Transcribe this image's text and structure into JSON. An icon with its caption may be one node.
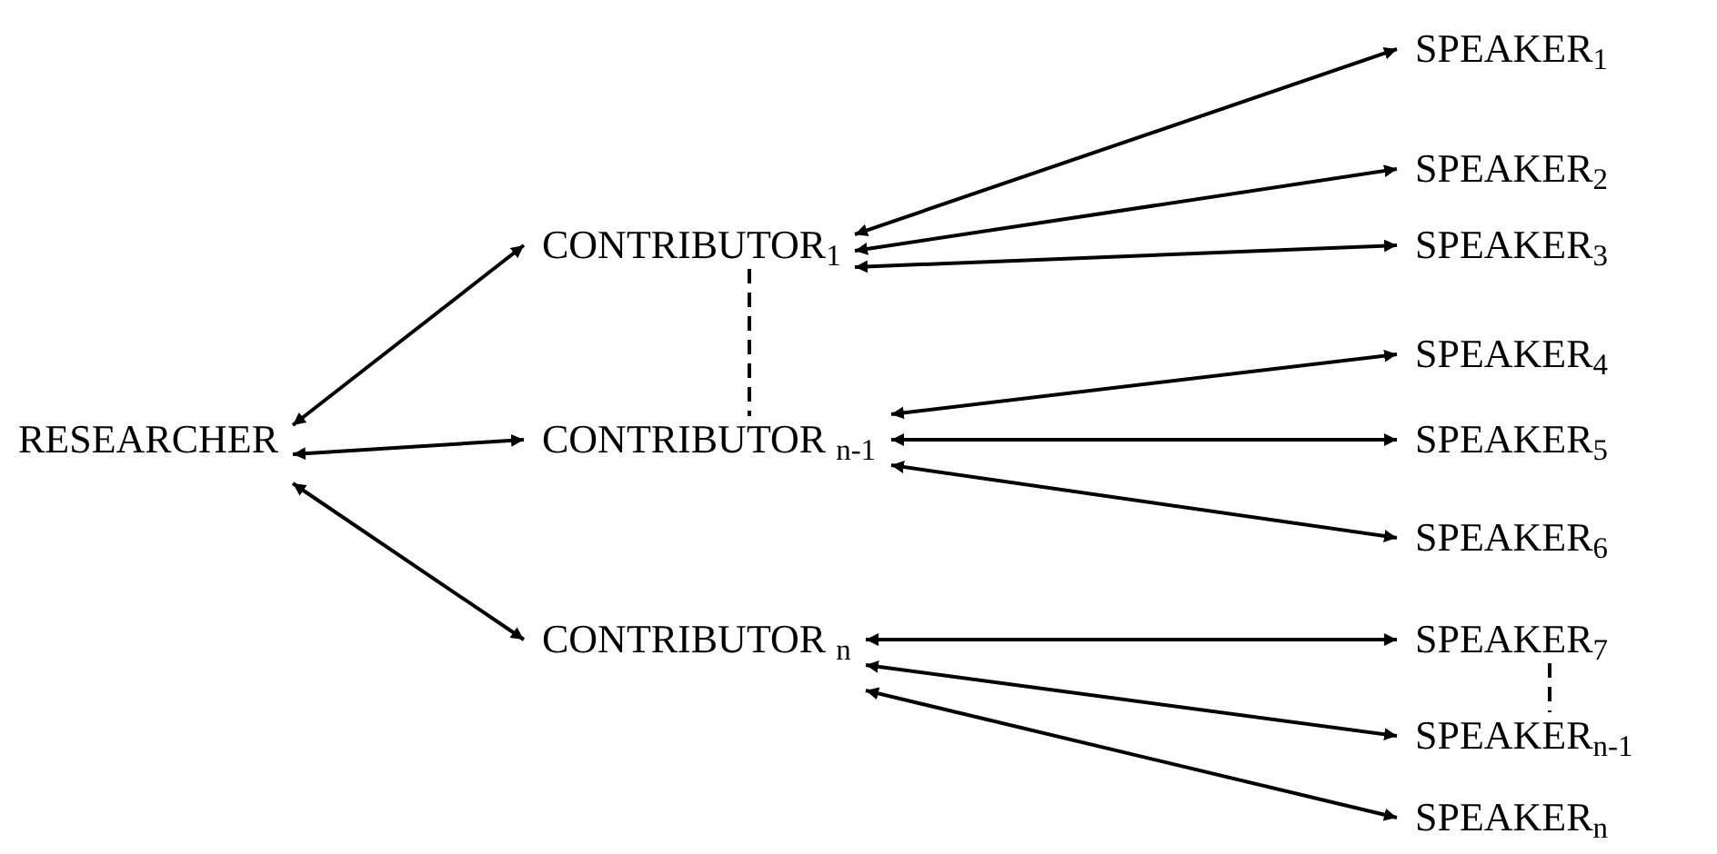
{
  "diagram": {
    "nodes": [
      {
        "text": [
          "RESEARCHER"
        ]
      },
      {
        "text": [
          "CONTRIBUTOR$_{1}$"
        ]
      },
      {
        "text": [
          "CONTRIBUTOR $_{n-1}$"
        ]
      },
      {
        "text": [
          "CONTRIBUTOR $_{n}$"
        ]
      },
      {
        "text": [
          "SPEAKER$_{1}$"
        ]
      },
      {
        "text": [
          "SPEAKER$_{2}$"
        ]
      },
      {
        "text": [
          "SPEAKER$_{3}$"
        ]
      },
      {
        "text": [
          "SPEAKER$_{4}$"
        ]
      },
      {
        "text": [
          "SPEAKER$_{5}$"
        ]
      },
      {
        "text": [
          "SPEAKER$_{6}$"
        ]
      },
      {
        "text": [
          "SPEAKER$_{7}$"
        ]
      },
      {
        "text": [
          "SPEAKER$_{n-1}$"
        ]
      },
      {
        "text": [
          "SPEAKER$_{n}$"
        ]
      }
    ],
    "edges": [
      {
        "from": 0,
        "to": 1,
        "arrow": "both"
      },
      {
        "from": 0,
        "to": 2,
        "arrow": "both"
      },
      {
        "from": 0,
        "to": 3,
        "arrow": "both"
      },
      {
        "from": 1,
        "to": 2,
        "arrow": "none",
        "style": "dashed"
      },
      {
        "from": 1,
        "to": 4,
        "arrow": "both"
      },
      {
        "from": 1,
        "to": 5,
        "arrow": "both"
      },
      {
        "from": 1,
        "to": 6,
        "arrow": "both"
      },
      {
        "from": 2,
        "to": 7,
        "arrow": "both"
      },
      {
        "from": 2,
        "to": 8,
        "arrow": "both"
      },
      {
        "from": 2,
        "to": 9,
        "arrow": "both"
      },
      {
        "from": 3,
        "to": 10,
        "arrow": "both"
      },
      {
        "from": 3,
        "to": 11,
        "arrow": "both"
      },
      {
        "from": 3,
        "to": 12,
        "arrow": "both"
      },
      {
        "from": 10,
        "to": 11,
        "arrow": "none",
        "style": "dashed"
      }
    ]
  }
}
